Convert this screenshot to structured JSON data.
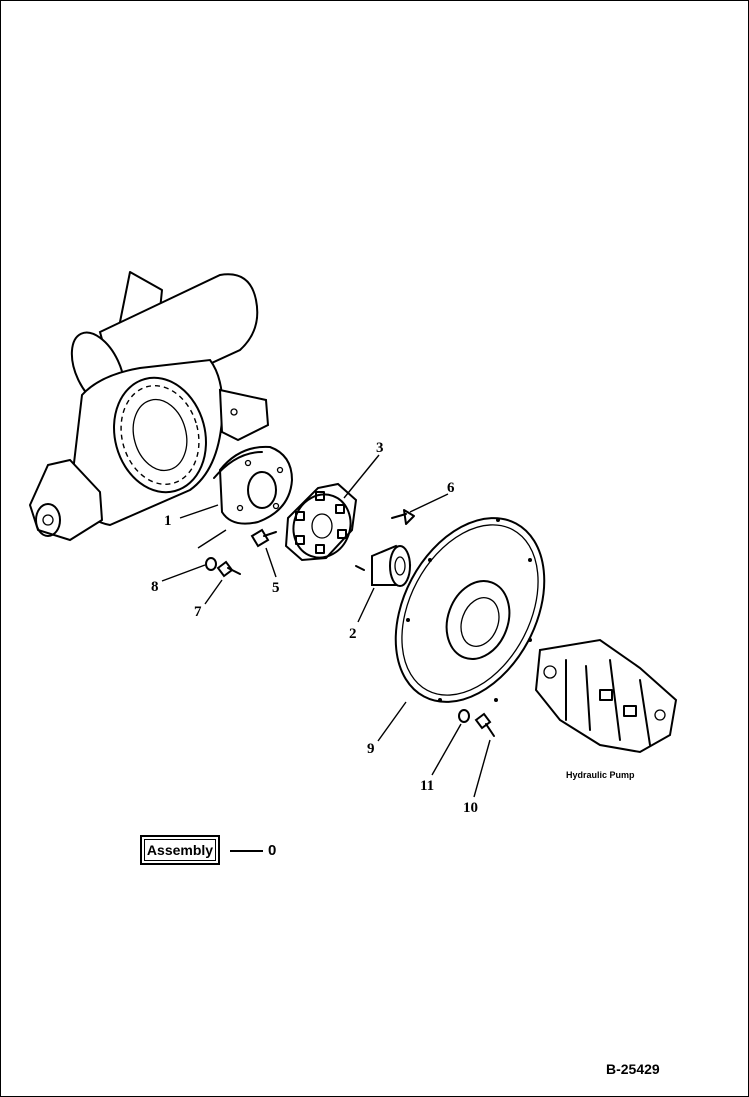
{
  "callouts": {
    "c1": "1",
    "c2": "2",
    "c3": "3",
    "c5": "5",
    "c6": "6",
    "c7": "7",
    "c8": "8",
    "c9": "9",
    "c10": "10",
    "c11": "11"
  },
  "pump_caption": "Hydraulic Pump",
  "assembly": {
    "label": "Assembly",
    "number": "0"
  },
  "drawing_id": "B-25429"
}
